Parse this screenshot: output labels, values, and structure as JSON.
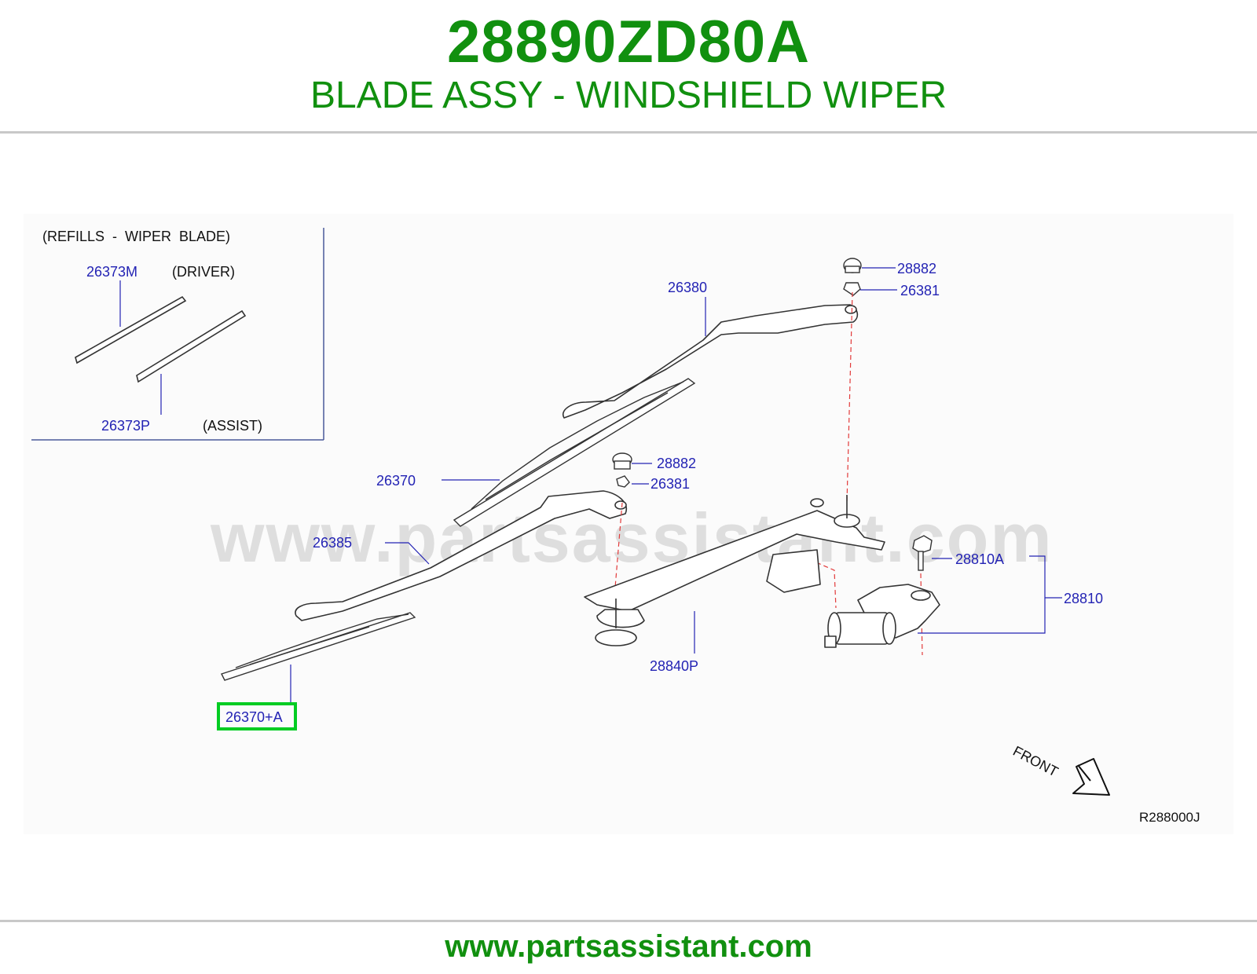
{
  "header": {
    "part_number": "28890ZD80A",
    "part_name": "BLADE ASSY - WINDSHIELD WIPER"
  },
  "footer": {
    "url": "www.partsassistant.com"
  },
  "watermark": "www.partsassistant.com",
  "colors": {
    "brand_green": "#11900f",
    "callout_blue": "#2323b4",
    "highlight": "#00cc22",
    "centerline": "#e23a3a",
    "line": "#333333"
  },
  "inset": {
    "title": "(REFILLS  -  WIPER  BLADE)",
    "driver_code": "26373M",
    "driver_label": "(DRIVER)",
    "assist_code": "26373P",
    "assist_label": "(ASSIST)"
  },
  "callouts": {
    "arm_driver": "26380",
    "cap_top": "28882",
    "nut_top": "26381",
    "blade_driver": "26370",
    "cap_mid": "28882",
    "nut_mid": "26381",
    "arm_assist": "26385",
    "bolt": "28810A",
    "motor_assy": "28810",
    "linkage": "28840P",
    "blade_assist_highlight": "26370+A"
  },
  "direction": {
    "label": "FRONT"
  },
  "ref_code": "R288000J"
}
